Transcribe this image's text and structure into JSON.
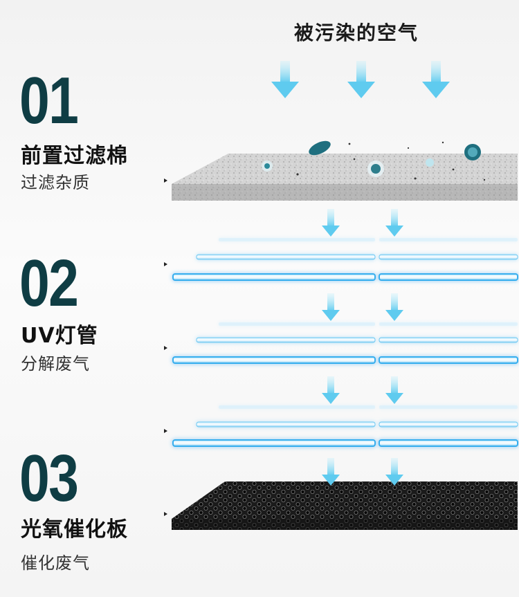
{
  "header": {
    "title": "被污染的空气"
  },
  "stages": [
    {
      "number": "01",
      "title": "前置过滤棉",
      "subtitle": "过滤杂质"
    },
    {
      "number": "02",
      "title": "UV灯管",
      "subtitle": "分解废气"
    },
    {
      "number": "03",
      "title": "光氧催化板",
      "subtitle": "催化废气"
    }
  ],
  "colors": {
    "number": "#0f3d44",
    "uv_glow": "#3fb8ee",
    "arrow": "#6fd2f0"
  },
  "icons": [
    "down-arrow-icon",
    "bacteria-icon"
  ]
}
